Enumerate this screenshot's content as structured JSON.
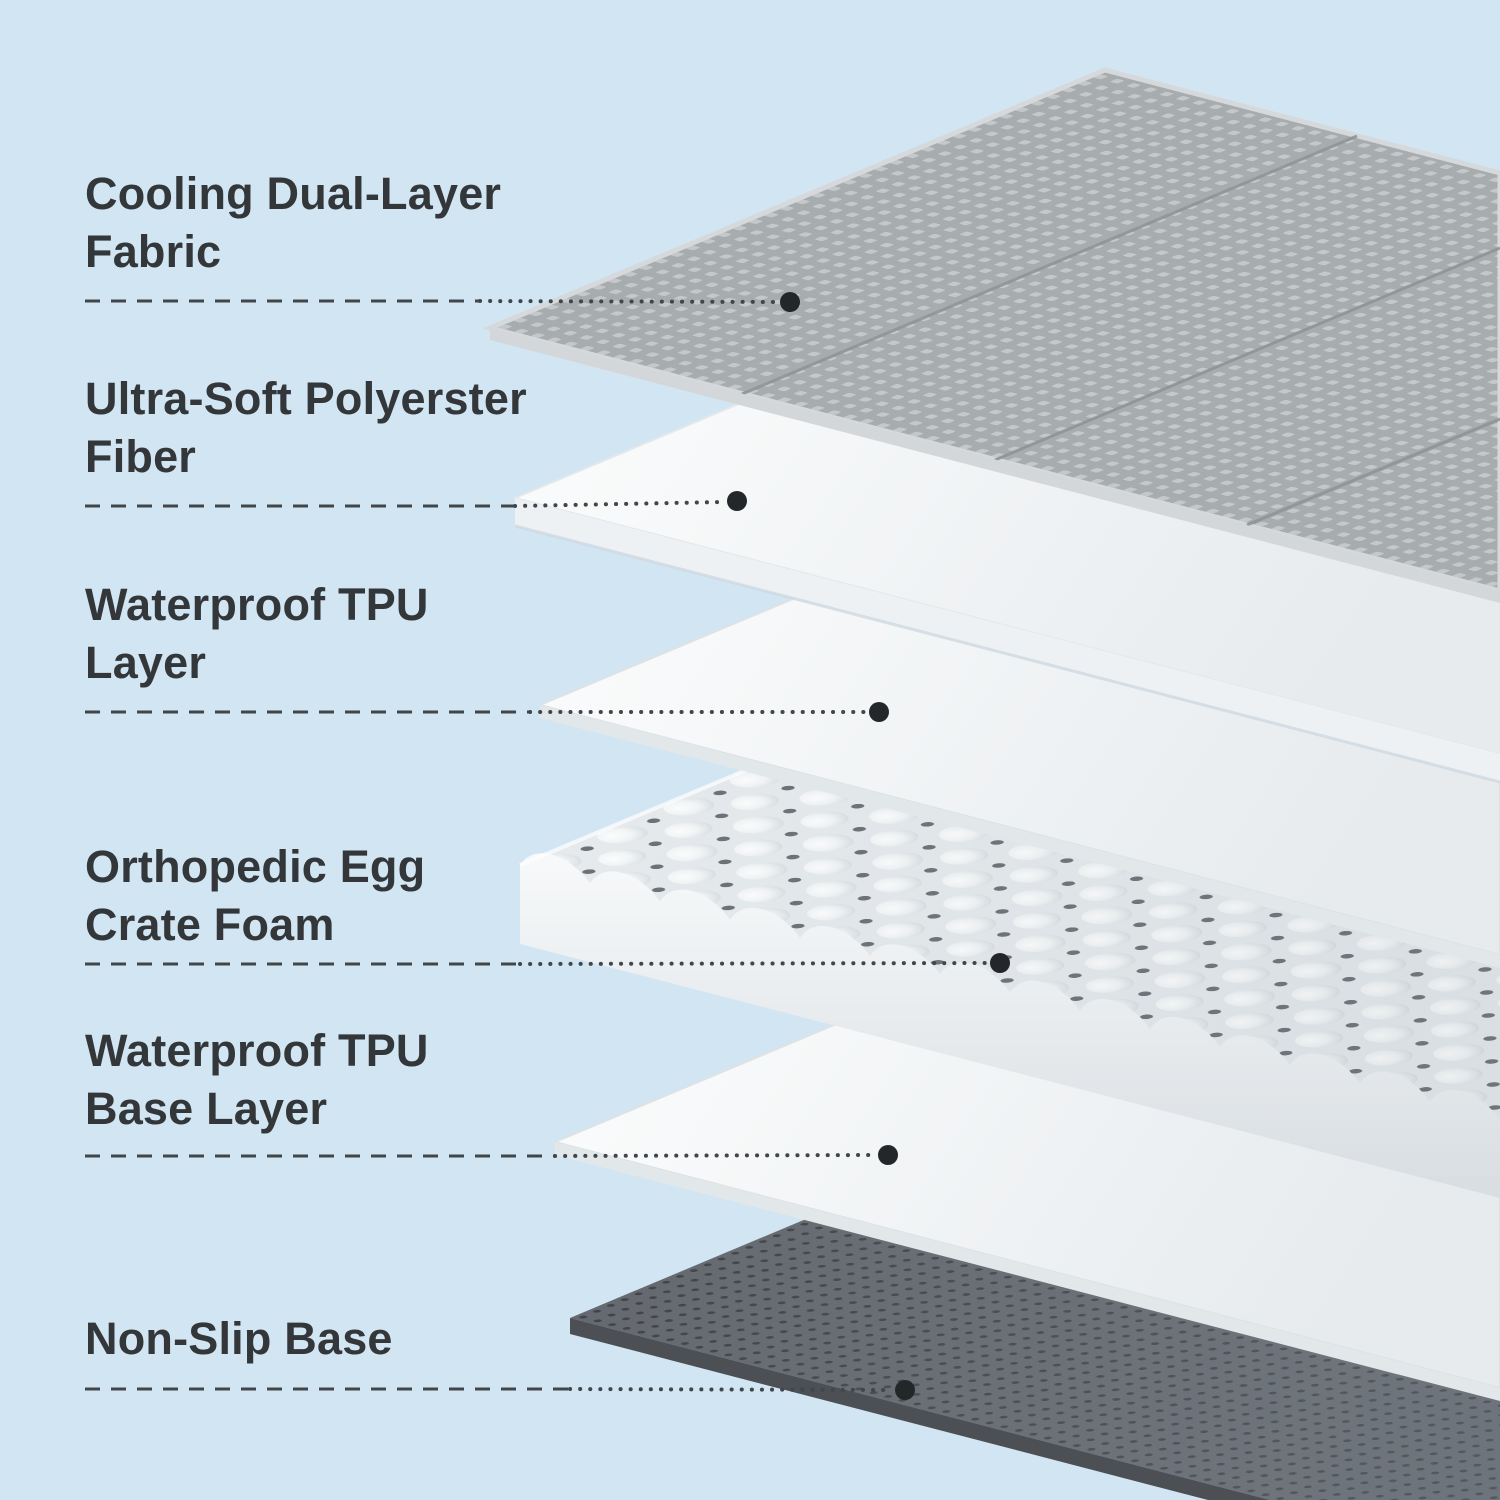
{
  "diagram": {
    "kind": "exploded-layer-product-diagram",
    "layers": [
      {
        "id": "cooling-dual-layer-fabric",
        "label_line1": "Cooling Dual-Layer",
        "label_line2": "Fabric"
      },
      {
        "id": "ultra-soft-polyester-fiber",
        "label_line1": "Ultra-Soft Polyerster",
        "label_line2": "Fiber"
      },
      {
        "id": "waterproof-tpu-layer",
        "label_line1": "Waterproof TPU",
        "label_line2": "Layer"
      },
      {
        "id": "orthopedic-egg-crate-foam",
        "label_line1": "Orthopedic Egg",
        "label_line2": "Crate Foam"
      },
      {
        "id": "waterproof-tpu-base-layer",
        "label_line1": "Waterproof TPU",
        "label_line2": "Base Layer"
      },
      {
        "id": "non-slip-base",
        "label_line1": "Non-Slip Base",
        "label_line2": ""
      }
    ],
    "colors": {
      "background": "#d2e5f2",
      "label_text": "#33373a",
      "leader_line": "#41464b",
      "leader_dot": "#24272a",
      "fabric_gray": "#a7acaf",
      "fabric_dot": "#c9cdcf",
      "sheet_white": "#f6f8f9",
      "foam_white": "#f2f5f6",
      "base_dark": "#63676d",
      "base_dot": "#3d4146"
    }
  }
}
